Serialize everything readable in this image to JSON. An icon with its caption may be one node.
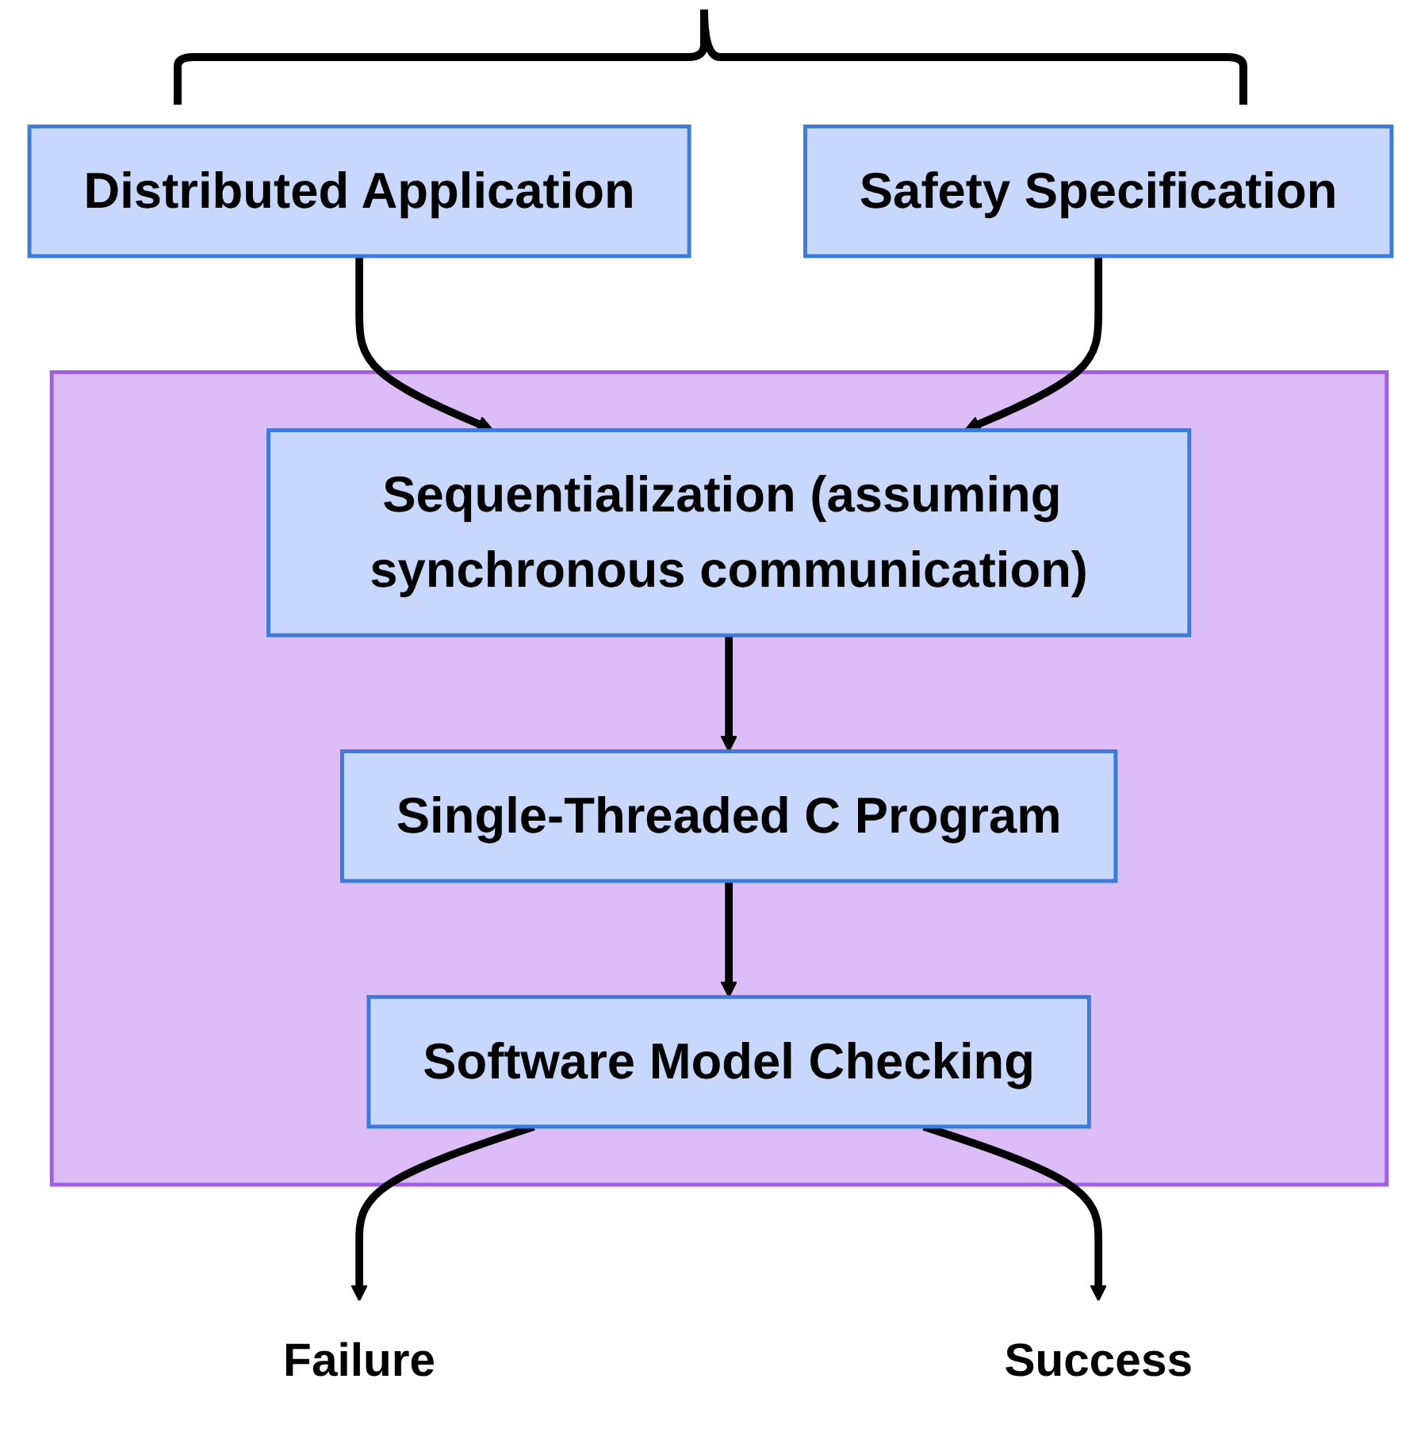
{
  "diagram": {
    "nodes": [
      {
        "text": [
          "Distributed Application"
        ]
      },
      {
        "text": [
          "Safety Specification"
        ]
      },
      {
        "text": [],
        "shape": "box"
      },
      {
        "text": [
          "Sequentialization (assuming synchronous communication)"
        ],
        "in": 2
      },
      {
        "text": [
          "Single-Threaded C Program"
        ],
        "in": 2
      },
      {
        "text": [
          "Software Model Checking"
        ],
        "in": 2
      },
      {
        "text": [
          "Failure"
        ]
      },
      {
        "text": [
          "Success"
        ]
      }
    ],
    "edges": [
      {
        "from": 0,
        "to": 3,
        "arrow": "to"
      },
      {
        "from": 1,
        "to": 3,
        "arrow": "to"
      },
      {
        "from": 3,
        "to": 4,
        "arrow": "to"
      },
      {
        "from": 4,
        "to": 5,
        "arrow": "to"
      },
      {
        "from": 5,
        "to": 6,
        "arrow": "to"
      },
      {
        "from": 5,
        "to": 7,
        "arrow": "to"
      }
    ]
  }
}
